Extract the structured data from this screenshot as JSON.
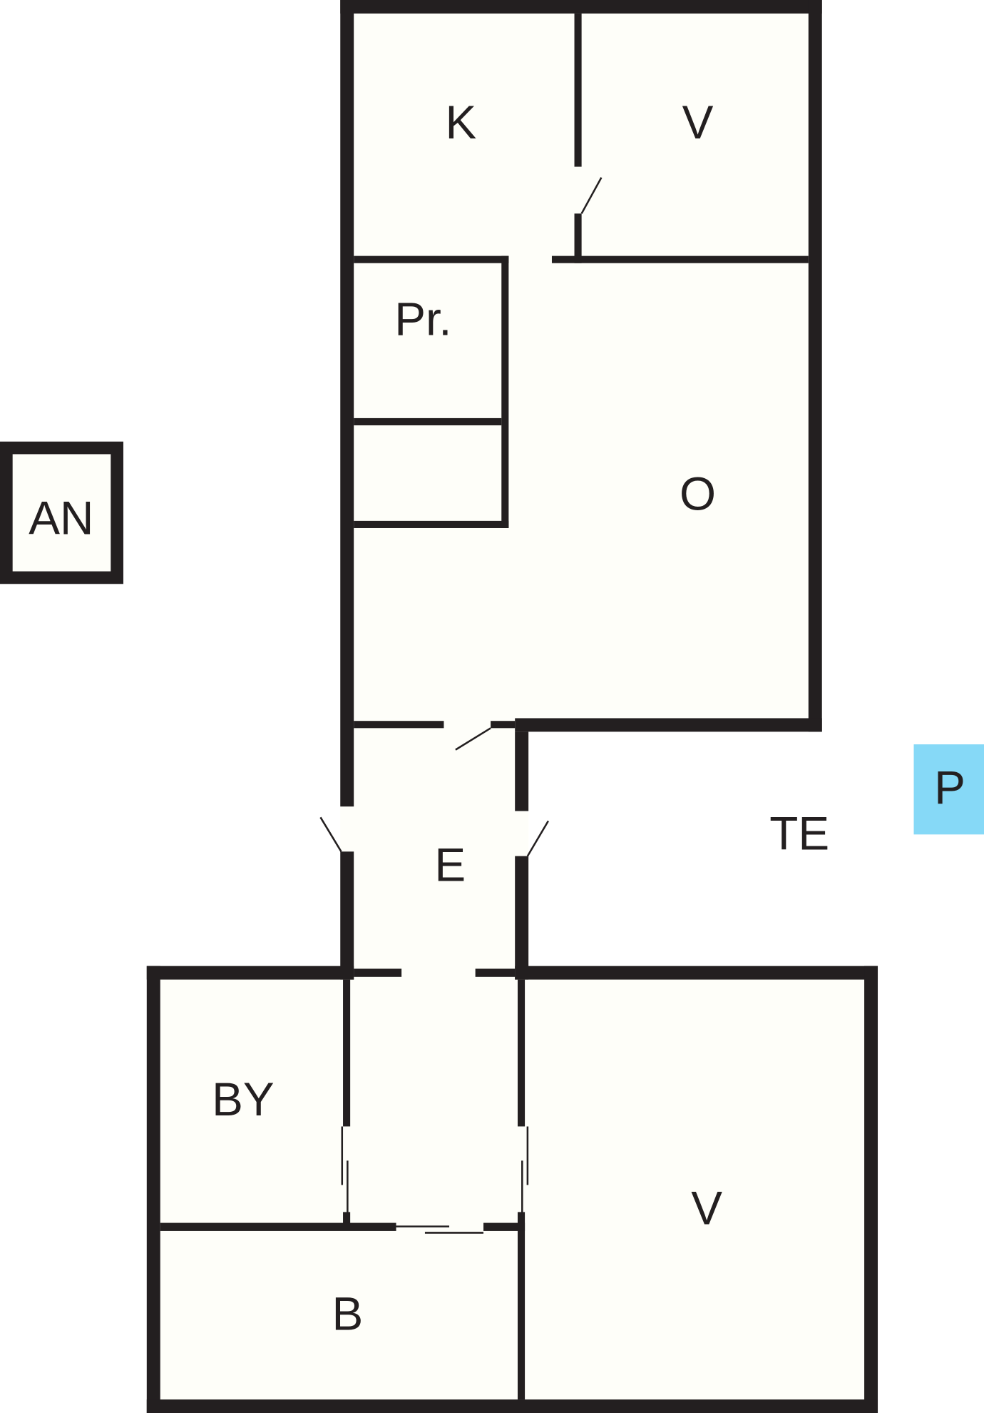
{
  "colors": {
    "wall": "#231f20",
    "floor": "#fefef9",
    "parking": "#86d9f7"
  },
  "rooms": {
    "kitchen": "K",
    "bedroom_top": "V",
    "pantry": "Pr.",
    "living": "O",
    "annex": "AN",
    "entry": "E",
    "terrace": "TE",
    "parking": "P",
    "laundry": "BY",
    "bedroom_bottom": "V",
    "bathroom": "B"
  }
}
